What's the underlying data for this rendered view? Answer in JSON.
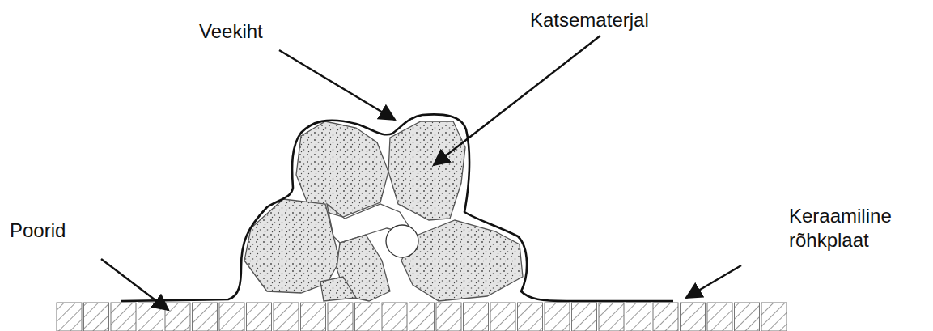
{
  "diagram": {
    "labels": [
      "Veekiht",
      "Katsematerjal",
      "Poorid",
      "Keraamiline rõhkplaat"
    ]
  }
}
